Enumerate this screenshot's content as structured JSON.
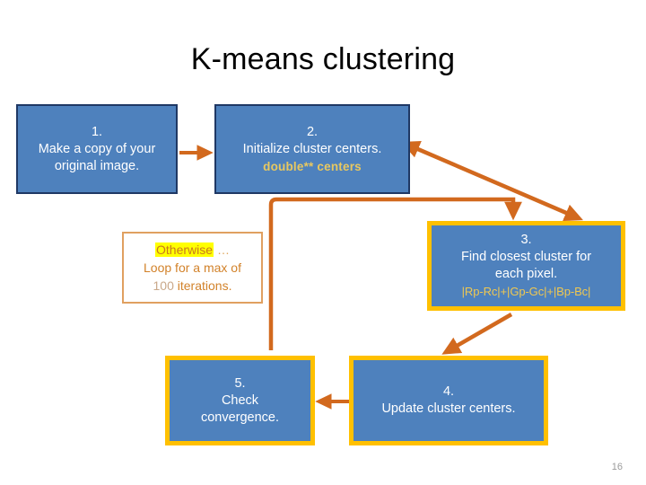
{
  "slide": {
    "title": "K-means clustering",
    "page_number": "16",
    "colors": {
      "box_fill_blue": "#4E81BD",
      "box_border_navy": "#1F3864",
      "box_border_gold": "#FFC000",
      "connector_orange": "#D2691E",
      "code_text_gold": "#E8C860",
      "note_border": "#E0A060",
      "note_text": "#D2822A",
      "highlight_yellow": "#FFFF00",
      "background": "#FFFFFF"
    }
  },
  "nodes": {
    "step1": {
      "number": "1.",
      "line1": "Make a copy of your",
      "line2": "original image."
    },
    "step2": {
      "number": "2.",
      "line1": "Initialize cluster centers.",
      "code": "double** centers"
    },
    "step3": {
      "number": "3.",
      "line1": "Find closest cluster for",
      "line2": "each pixel.",
      "formula": "|Rp-Rc|+|Gp-Gc|+|Bp-Bc|"
    },
    "step4": {
      "number": "4.",
      "line1": "Update cluster centers."
    },
    "step5": {
      "number": "5.",
      "line1": "Check",
      "line2": "convergence."
    },
    "note": {
      "label": "Otherwise",
      "ellipsis": " …",
      "line2": "Loop for a max of",
      "count": "100",
      "line3_tail": " iterations."
    }
  },
  "connectors": [
    {
      "name": "arrow-step1-to-step2",
      "from": "step1",
      "to": "step2",
      "style": "straight-right"
    },
    {
      "name": "arrow-step2-to-step3",
      "from": "step2",
      "to": "step3",
      "style": "diagonal-double"
    },
    {
      "name": "arrow-loop-to-step3",
      "from": "step5-loop",
      "to": "step3",
      "style": "elbow-up"
    },
    {
      "name": "arrow-step3-to-step4",
      "from": "step3",
      "to": "step4",
      "style": "diagonal-down-left"
    },
    {
      "name": "arrow-step4-to-step5",
      "from": "step4",
      "to": "step5",
      "style": "straight-left"
    },
    {
      "name": "line-step5-to-loop",
      "from": "step5",
      "to": "loop-junction",
      "style": "vertical-up"
    }
  ]
}
